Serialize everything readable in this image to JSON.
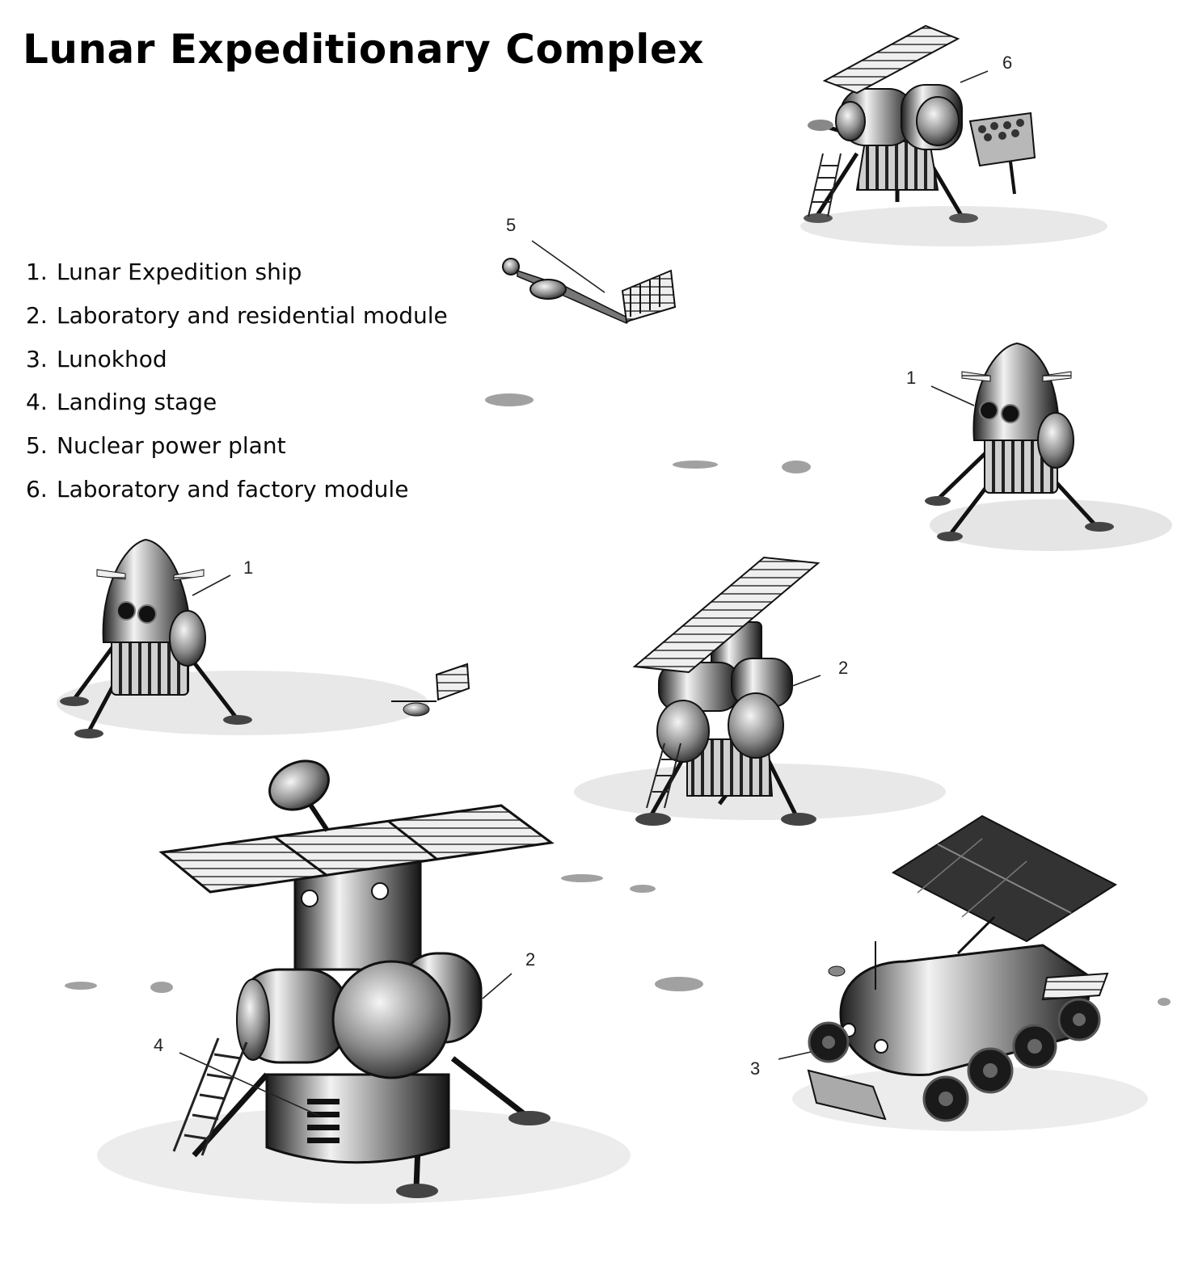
{
  "title": "Lunar Expeditionary Complex",
  "legend": [
    {
      "num": "1.",
      "label": "Lunar Expedition ship"
    },
    {
      "num": "2.",
      "label": "Laboratory and residential module"
    },
    {
      "num": "3.",
      "label": "Lunokhod"
    },
    {
      "num": "4.",
      "label": "Landing stage"
    },
    {
      "num": "5.",
      "label": "Nuclear power plant"
    },
    {
      "num": "6.",
      "label": "Laboratory and factory module"
    }
  ],
  "callouts": {
    "c6": "6",
    "c5": "5",
    "c1_right": "1",
    "c1_left": "1",
    "c2_mid": "2",
    "c2_big": "2",
    "c4": "4",
    "c3": "3"
  },
  "colors": {
    "ink": "#111111",
    "metal_dark": "#2a2a2a",
    "metal_light": "#d8d8d8",
    "regolith": "#7a7a7a"
  }
}
